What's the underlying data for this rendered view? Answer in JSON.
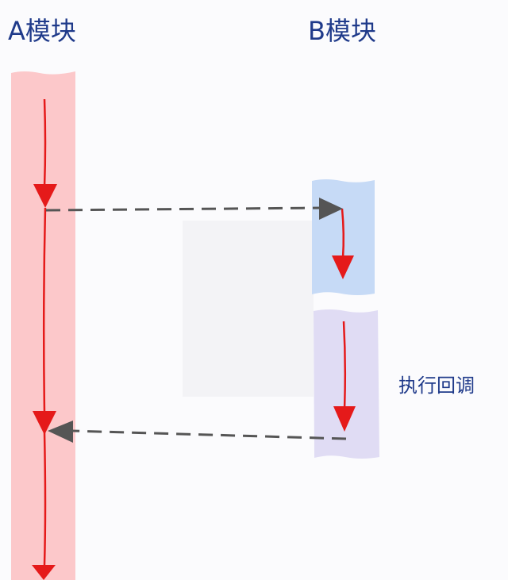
{
  "labels": {
    "module_a": "A模块",
    "module_b": "B模块",
    "callback": "执行回调"
  },
  "colors": {
    "module_a_fill": "#fcc8ca",
    "module_b_fill": "#c6daf6",
    "callback_fill": "#e0dcf4",
    "flow_arrow": "#e51a1a",
    "call_arrow": "#555555",
    "label_text": "#1f3a8a",
    "overlay": "#f3f3f6"
  }
}
